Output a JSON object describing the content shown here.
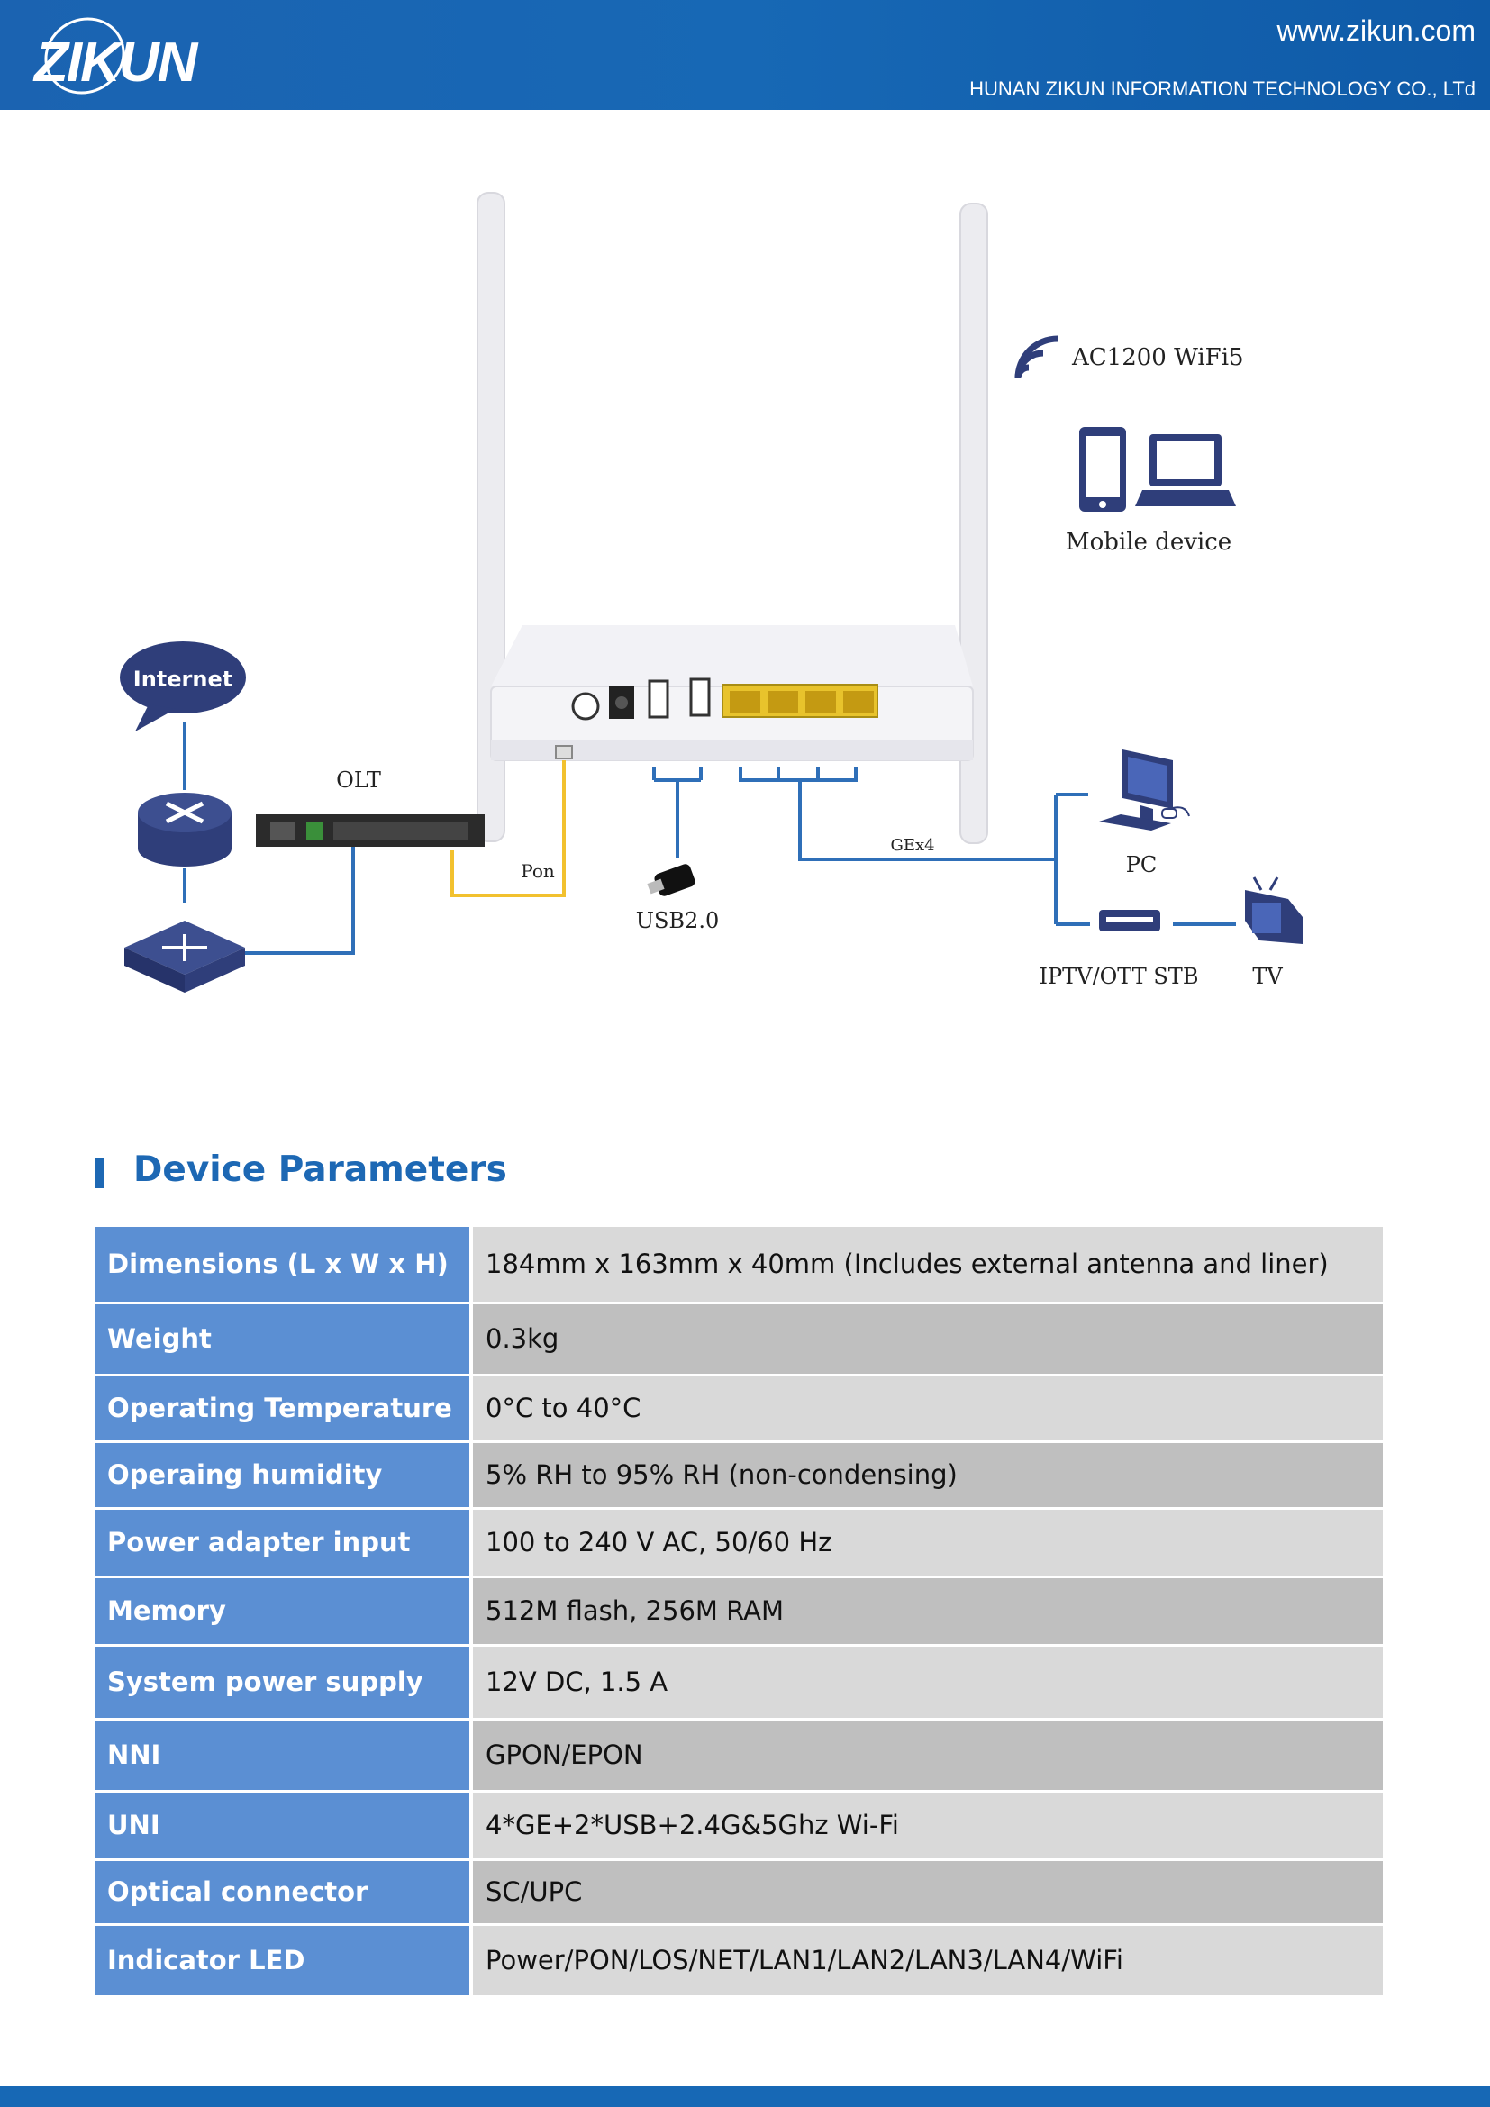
{
  "header": {
    "logo_text": "ZIKUN",
    "website": "www.zikun.com",
    "company": "HUNAN ZIKUN INFORMATION TECHNOLOGY CO., LTd"
  },
  "diagram": {
    "wifi_label": "AC1200 WiFi5",
    "mobile_label": "Mobile device",
    "internet_label": "Internet",
    "olt_label": "OLT",
    "pon_label": "Pon",
    "usb_label": "USB2.0",
    "gex4_label": "GEx4",
    "pc_label": "PC",
    "stb_label": "IPTV/OTT STB",
    "tv_label": "TV"
  },
  "section": {
    "title": "Device Parameters"
  },
  "parameters": [
    {
      "name": "Dimensions (L x W x H)",
      "value": "184mm x 163mm x 40mm (Includes external antenna and liner)"
    },
    {
      "name": "Weight",
      "value": "0.3kg"
    },
    {
      "name": "Operating Temperature",
      "value": "0°C to 40°C"
    },
    {
      "name": "Operaing humidity",
      "value": "5% RH to 95% RH (non-condensing)"
    },
    {
      "name": "Power adapter input",
      "value": "100 to 240 V AC, 50/60 Hz"
    },
    {
      "name": "Memory",
      "value": "512M flash, 256M RAM"
    },
    {
      "name": "System power supply",
      "value": "12V DC, 1.5 A"
    },
    {
      "name": "NNI",
      "value": "GPON/EPON"
    },
    {
      "name": "UNI",
      "value": "4*GE+2*USB+2.4G&5Ghz Wi-Fi"
    },
    {
      "name": "Optical connector",
      "value": "SC/UPC"
    },
    {
      "name": "Indicator LED",
      "value": "Power/PON/LOS/NET/LAN1/LAN2/LAN3/LAN4/WiFi"
    }
  ],
  "colors": {
    "header_blue": "#1768b5",
    "param_name_bg": "#5b8fd3",
    "row_light": "#d9d9d9",
    "row_dark": "#bfbfbf",
    "link_blue": "#2f6fb8",
    "pon_yellow": "#f2c12e"
  }
}
